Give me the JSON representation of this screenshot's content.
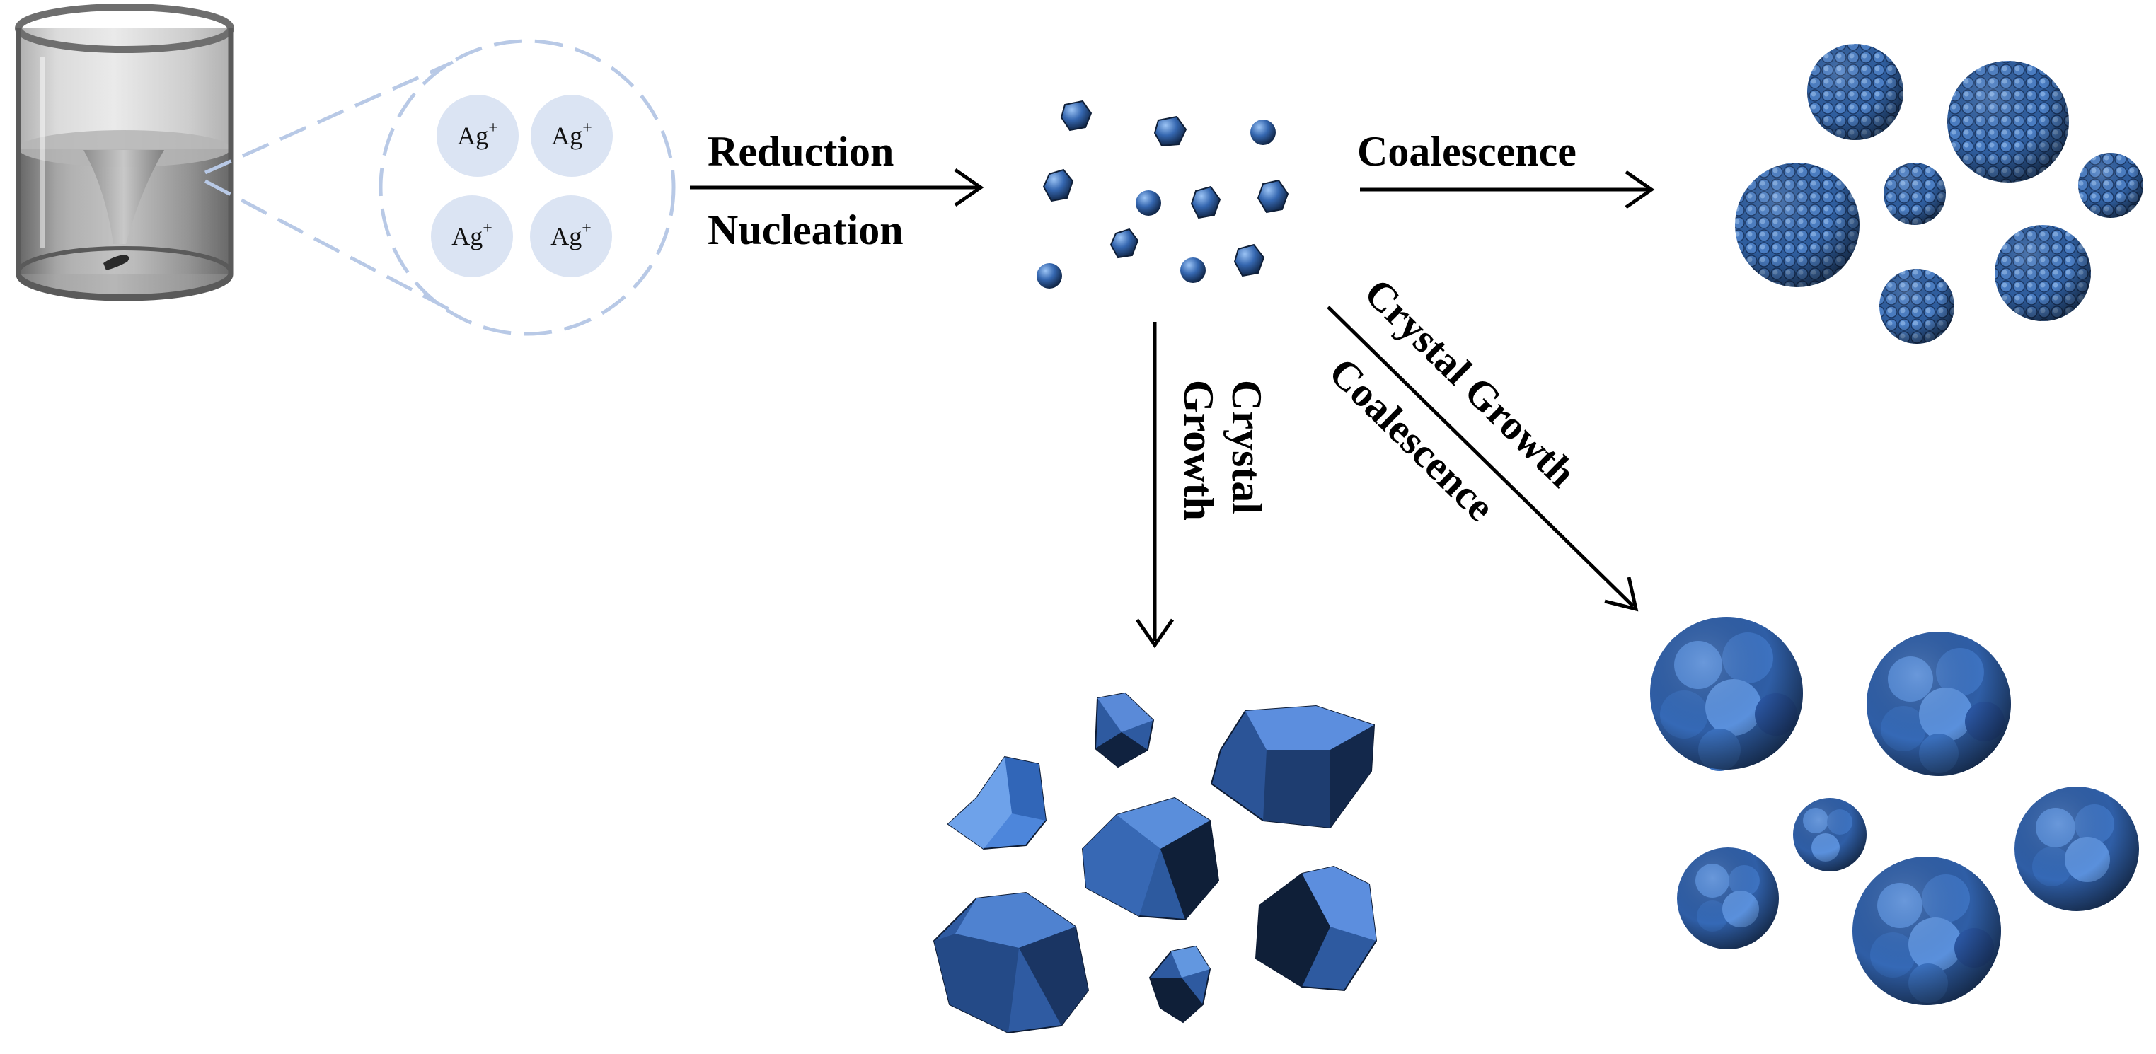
{
  "ions": {
    "labels": [
      "Ag+",
      "Ag+",
      "Ag+",
      "Ag+"
    ],
    "symbol": "Ag",
    "charge": "+"
  },
  "steps": {
    "reduction": "Reduction",
    "nucleation": "Nucleation",
    "coalescence": "Coalescence",
    "crystal_growth_line1": "Crystal",
    "crystal_growth_line2": "Growth",
    "diag_crystal_growth": "Crystal Growth",
    "diag_coalescence": "Coalescence"
  },
  "colors": {
    "particle_blue": "#3a6fb8",
    "particle_light": "#6fa3e6",
    "particle_dark": "#0f1f38",
    "ion_fill": "#dbe4f3",
    "zoom_line": "#b8c9e6",
    "arrow": "#000000",
    "beaker_gray": "#9a9a9a"
  }
}
